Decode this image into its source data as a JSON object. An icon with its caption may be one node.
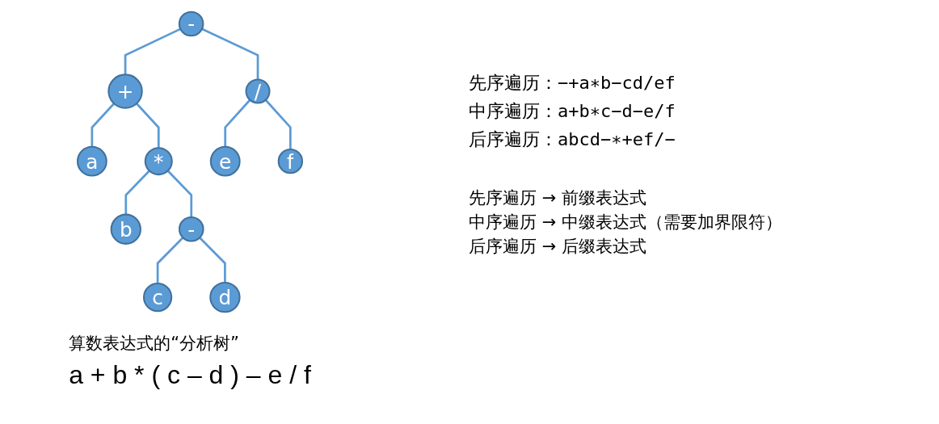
{
  "diagram": {
    "caption": "算数表达式的“分析树”",
    "nodes": [
      {
        "text": [
          "-"
        ]
      },
      {
        "text": [
          "+"
        ]
      },
      {
        "text": [
          "/"
        ]
      },
      {
        "text": [
          "a"
        ]
      },
      {
        "text": [
          "*"
        ]
      },
      {
        "text": [
          "e"
        ]
      },
      {
        "text": [
          "f"
        ]
      },
      {
        "text": [
          "b"
        ]
      },
      {
        "text": [
          "-"
        ]
      },
      {
        "text": [
          "c"
        ]
      },
      {
        "text": [
          "d"
        ]
      }
    ],
    "edges": [
      {
        "from": 0,
        "to": 1,
        "arrow": "none"
      },
      {
        "from": 0,
        "to": 2,
        "arrow": "none"
      },
      {
        "from": 1,
        "to": 3,
        "arrow": "none"
      },
      {
        "from": 1,
        "to": 4,
        "arrow": "none"
      },
      {
        "from": 2,
        "to": 5,
        "arrow": "none"
      },
      {
        "from": 2,
        "to": 6,
        "arrow": "none"
      },
      {
        "from": 4,
        "to": 7,
        "arrow": "none"
      },
      {
        "from": 4,
        "to": 8,
        "arrow": "none"
      },
      {
        "from": 8,
        "to": 9,
        "arrow": "none"
      },
      {
        "from": 8,
        "to": 10,
        "arrow": "none"
      }
    ],
    "labels": [
      "先序遍历：−+a∗b−cd/ef",
      "中序遍历：a+b∗c−d−e/f",
      "后序遍历：abcd−∗+ef/−",
      "先序遍历 → 前缀表达式",
      "中序遍历 → 中缀表达式（需要加界限符）",
      "后序遍历 → 后缀表达式",
      "a + b * ( c – d ) – e / f"
    ]
  }
}
